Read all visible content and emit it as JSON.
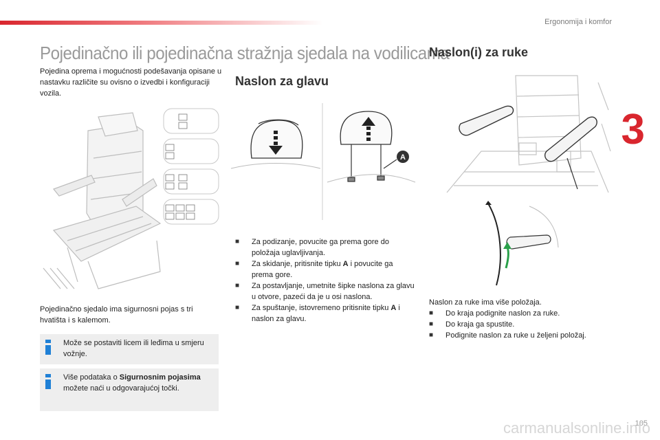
{
  "header": {
    "section": "Ergonomija i komfor",
    "chapter_number": "3"
  },
  "title": "Pojedinačno ili pojedinačna stražnja sjedala na vodilicama",
  "intro": "Pojedina oprema i mogućnosti podešavanja opisane u nastavku različite su ovisno o izvedbi i konfiguraciji vozila.",
  "seat_belt_text": "Pojedinačno sjedalo ima sigurnosni pojas s tri hvatišta i s kalemom.",
  "info_boxes": [
    {
      "text": "Može se postaviti licem ili leđima u smjeru vožnje."
    },
    {
      "text_before": "Više podataka o ",
      "bold": "Sigurnosnim pojasima",
      "text_after": " možete naći u odgovarajućoj točki."
    }
  ],
  "headrest": {
    "heading": "Naslon za glavu",
    "button_label": "A",
    "steps": [
      {
        "text": "Za podizanje, povucite ga prema gore do položaja uglavljivanja."
      },
      {
        "pre": "Za skidanje, pritisnite tipku ",
        "bold": "A",
        "post": " i povucite ga prema gore."
      },
      {
        "text": "Za postavljanje, umetnite šipke naslona za glavu u otvore, pazeći da je u osi naslona."
      },
      {
        "pre": "Za spuštanje, istovremeno pritisnite tipku ",
        "bold": "A",
        "post": " i naslon za glavu."
      }
    ]
  },
  "armrests": {
    "heading": "Naslon(i) za ruke",
    "intro": "Naslon za ruke ima više položaja.",
    "steps": [
      "Do kraja podignite naslon za ruke.",
      "Do kraja ga spustite.",
      "Podignite naslon za ruke u željeni položaj."
    ]
  },
  "page_number": "105",
  "watermark": "carmanualsonline.info",
  "colors": {
    "accent_red": "#d9262e",
    "info_blue": "#1f80d6",
    "arrow_blue": "#2a7fd0",
    "arrow_green": "#2aa04a"
  }
}
